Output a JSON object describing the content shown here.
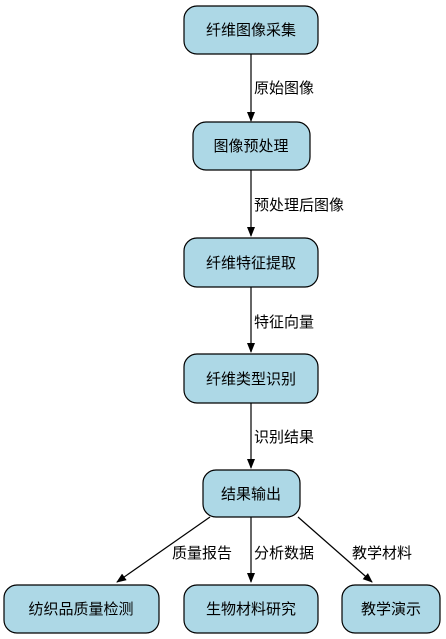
{
  "diagram": {
    "nodes": {
      "acquisition": "纤维图像采集",
      "preprocess": "图像预处理",
      "feature_extract": "纤维特征提取",
      "classify": "纤维类型识别",
      "output": "结果输出",
      "textile_qc": "纺织品质量检测",
      "biomaterial": "生物材料研究",
      "teaching": "教学演示"
    },
    "edges": {
      "acquisition_to_preprocess": "原始图像",
      "preprocess_to_feature": "预处理后图像",
      "feature_to_classify": "特征向量",
      "classify_to_output": "识别结果",
      "output_to_textile": "质量报告",
      "output_to_biomaterial": "分析数据",
      "output_to_teaching": "教学材料"
    },
    "colors": {
      "node_fill": "#add8e6",
      "stroke": "#000000",
      "background": "#ffffff"
    }
  }
}
